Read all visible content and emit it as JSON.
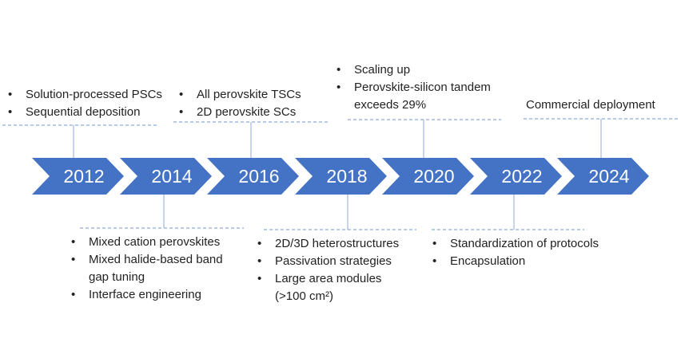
{
  "colors": {
    "chevron": "#4472C4",
    "line": "#8FAADC"
  },
  "years": [
    "2012",
    "2014",
    "2016",
    "2018",
    "2020",
    "2022",
    "2024"
  ],
  "milestones": {
    "y2012": [
      "Solution-processed PSCs",
      "Sequential deposition"
    ],
    "y2014": [
      "Mixed cation perovskites",
      "Mixed halide-based band gap tuning",
      "Interface engineering"
    ],
    "y2016": [
      "All perovskite TSCs",
      "2D perovskite SCs"
    ],
    "y2018": [
      "2D/3D heterostructures",
      "Passivation strategies",
      "Large area modules (>100 cm²)"
    ],
    "y2020": [
      "Scaling up",
      "Perovskite-silicon tandem exceeds 29%"
    ],
    "y2022": [
      "Standardization of protocols",
      "Encapsulation"
    ],
    "y2024": "Commercial deployment"
  }
}
